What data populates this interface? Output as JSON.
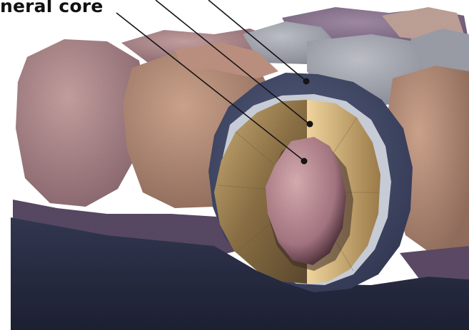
{
  "labels": {
    "mineral_core": "neral core"
  },
  "colors": {
    "background": "#ffffff",
    "bedrock": "#262a40",
    "soil_band": "#5a4a66",
    "outer_coating": "#4a5272",
    "pale_band": "#c6cbd6",
    "gold_layer": "#b99a5a",
    "core": "#c99aa4",
    "leader_line": "#151515",
    "rocks": [
      "#a87f86",
      "#b88a80",
      "#a89aa8",
      "#b6a4ac",
      "#a3a5ae"
    ]
  },
  "icons": [
    "pointer-dot",
    "leader-line"
  ]
}
